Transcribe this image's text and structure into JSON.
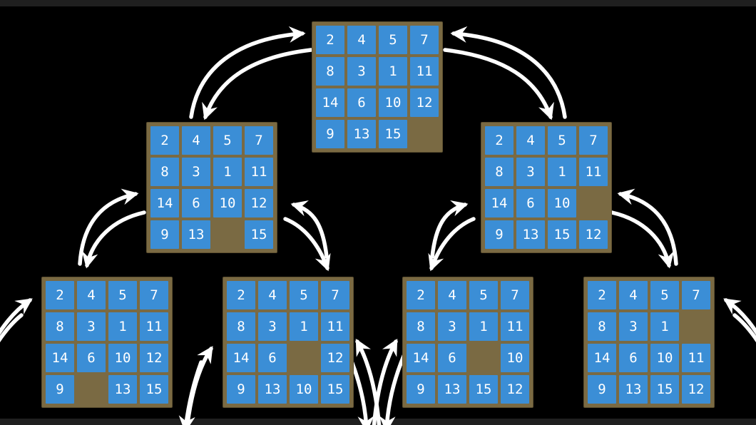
{
  "colors": {
    "background": "#000000",
    "frame_bar": "#1f1f1f",
    "board_bg": "#7a6a43",
    "tile_bg": "#3b8ed6",
    "tile_text": "#ffffff",
    "arrow": "#ffffff"
  },
  "boards": [
    {
      "id": "root",
      "rows": [
        [
          "2",
          "4",
          "5",
          "7"
        ],
        [
          "8",
          "3",
          "1",
          "11"
        ],
        [
          "14",
          "6",
          "10",
          "12"
        ],
        [
          "9",
          "13",
          "15",
          ""
        ]
      ]
    },
    {
      "id": "level2-left",
      "rows": [
        [
          "2",
          "4",
          "5",
          "7"
        ],
        [
          "8",
          "3",
          "1",
          "11"
        ],
        [
          "14",
          "6",
          "10",
          "12"
        ],
        [
          "9",
          "13",
          "",
          "15"
        ]
      ]
    },
    {
      "id": "level2-right",
      "rows": [
        [
          "2",
          "4",
          "5",
          "7"
        ],
        [
          "8",
          "3",
          "1",
          "11"
        ],
        [
          "14",
          "6",
          "10",
          ""
        ],
        [
          "9",
          "13",
          "15",
          "12"
        ]
      ]
    },
    {
      "id": "leaf-1",
      "rows": [
        [
          "2",
          "4",
          "5",
          "7"
        ],
        [
          "8",
          "3",
          "1",
          "11"
        ],
        [
          "14",
          "6",
          "10",
          "12"
        ],
        [
          "9",
          "",
          "13",
          "15"
        ]
      ]
    },
    {
      "id": "leaf-2",
      "rows": [
        [
          "2",
          "4",
          "5",
          "7"
        ],
        [
          "8",
          "3",
          "1",
          "11"
        ],
        [
          "14",
          "6",
          "",
          "12"
        ],
        [
          "9",
          "13",
          "10",
          "15"
        ]
      ]
    },
    {
      "id": "leaf-3",
      "rows": [
        [
          "2",
          "4",
          "5",
          "7"
        ],
        [
          "8",
          "3",
          "1",
          "11"
        ],
        [
          "14",
          "6",
          "",
          "10"
        ],
        [
          "9",
          "13",
          "15",
          "12"
        ]
      ]
    },
    {
      "id": "leaf-4",
      "rows": [
        [
          "2",
          "4",
          "5",
          "7"
        ],
        [
          "8",
          "3",
          "1",
          ""
        ],
        [
          "14",
          "6",
          "10",
          "11"
        ],
        [
          "9",
          "13",
          "15",
          "12"
        ]
      ]
    }
  ],
  "connections": [
    {
      "from": "root",
      "to": "level2-left",
      "bidirectional": true
    },
    {
      "from": "root",
      "to": "level2-right",
      "bidirectional": true
    },
    {
      "from": "level2-left",
      "to": "leaf-1",
      "bidirectional": true
    },
    {
      "from": "level2-left",
      "to": "leaf-2",
      "bidirectional": true
    },
    {
      "from": "level2-right",
      "to": "leaf-3",
      "bidirectional": true
    },
    {
      "from": "level2-right",
      "to": "leaf-4",
      "bidirectional": true
    },
    {
      "from": "offscreen-left",
      "to": "leaf-1",
      "bidirectional": true
    },
    {
      "from": "leaf-2",
      "to": "offscreen-bottom-left",
      "bidirectional": true
    },
    {
      "from": "leaf-2",
      "to": "offscreen-bottom-center",
      "bidirectional": true
    },
    {
      "from": "leaf-3",
      "to": "offscreen-bottom-center",
      "bidirectional": true
    },
    {
      "from": "offscreen-right",
      "to": "leaf-4",
      "bidirectional": true
    }
  ]
}
